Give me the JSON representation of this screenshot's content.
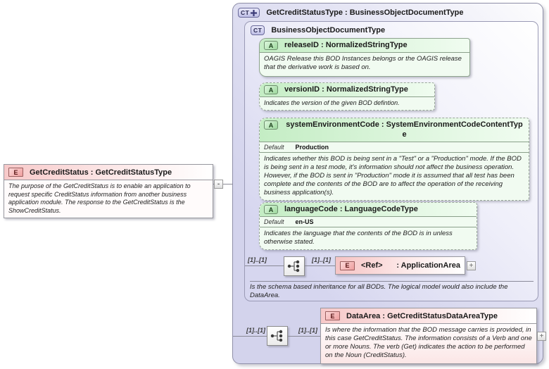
{
  "root_element": {
    "badge": "E",
    "title": "GetCreditStatus : GetCreditStatusType",
    "annotation": "The purpose of the GetCreditStatus is to enable an application to request specific CreditStatus information from another business application module.  The response to the GetCreditStatus is the ShowCreditStatus.",
    "collapse_button": "-"
  },
  "outer_type": {
    "badge": "CT",
    "title": "GetCreditStatusType : BusinessObjectDocumentType"
  },
  "base_type": {
    "badge": "CT",
    "title": "BusinessObjectDocumentType",
    "annotation": "Is the schema based inheritance for all BODs. The logical model would also include the DataArea.",
    "attributes": [
      {
        "badge": "A",
        "title": "releaseID : NormalizedStringType",
        "annotation": "OAGIS Release this BOD Instances belongs or the OAGIS release that the derivative work is based on."
      },
      {
        "badge": "A",
        "title": "versionID : NormalizedStringType",
        "annotation": "Indicates the version of the given BOD defintion."
      },
      {
        "badge": "A",
        "title": "systemEnvironmentCode : SystemEnvironmentCodeContentType",
        "default_label": "Default",
        "default_value": "Production",
        "annotation": "Indicates whether this BOD is being sent in a \"Test\" or a \"Production\" mode. If the BOD is being sent in a test mode, it's information should not affect the business operation. However, if the BOD is sent in \"Production\" mode it is assumed that all test has been complete and the contents of the BOD are to affect the operation of the receiving business application(s)."
      },
      {
        "badge": "A",
        "title": "languageCode : LanguageCodeType",
        "default_label": "Default",
        "default_value": "en-US",
        "annotation": "Indicates the language that the contents of the BOD is in unless otherwise stated."
      }
    ],
    "ref_row": {
      "cardinality_left": "[1]..[1]",
      "cardinality_right": "[1]..[1]",
      "element": {
        "badge": "E",
        "name": "<Ref>",
        "type": ": ApplicationArea",
        "expand_button": "+"
      }
    }
  },
  "data_area_row": {
    "cardinality_left": "[1]..[1]",
    "cardinality_right": "[1]..[1]",
    "element": {
      "badge": "E",
      "title": "DataArea : GetCreditStatusDataAreaType",
      "annotation": "Is where the information that the BOD message carries is provided, in this case GetCreditStatus. The information consists of a Verb and one or more Nouns. The verb (Get) indicates the action to be performed on the Noun (CreditStatus).",
      "expand_button": "+"
    }
  },
  "colors": {
    "container_fill": "#d6d6ef",
    "attribute_fill": "#c4edc4",
    "element_fill": "#f7c9c9",
    "border": "#8f8fa8"
  }
}
